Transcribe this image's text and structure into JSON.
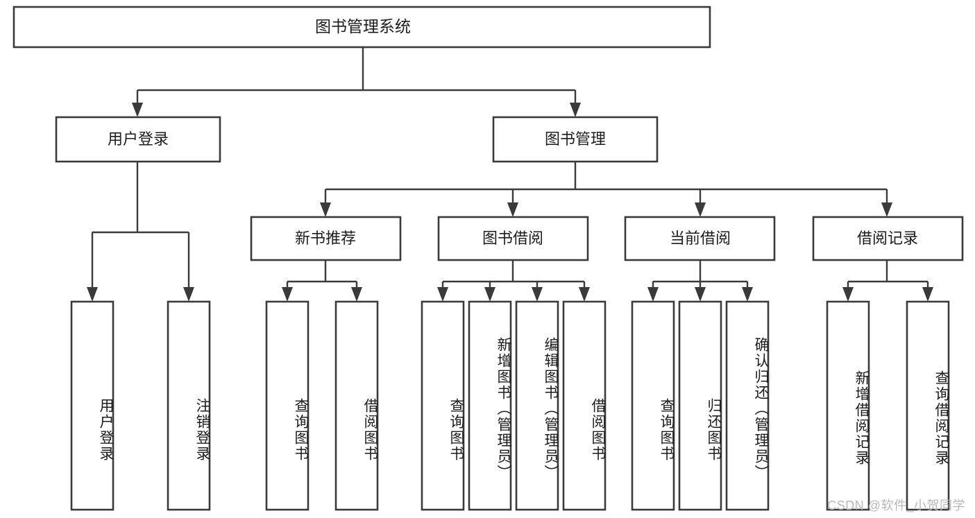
{
  "diagram": {
    "title": "图书管理系统",
    "root": {
      "label": "图书管理系统"
    },
    "level1": [
      {
        "label": "用户登录"
      },
      {
        "label": "图书管理"
      }
    ],
    "level2": [
      {
        "label": "新书推荐"
      },
      {
        "label": "图书借阅"
      },
      {
        "label": "当前借阅"
      },
      {
        "label": "借阅记录"
      }
    ],
    "leaves": {
      "user_login": [
        {
          "label": "用户登录"
        },
        {
          "label": "注销登录"
        }
      ],
      "new_book_recommend": [
        {
          "label": "查询图书"
        },
        {
          "label": "借阅图书"
        }
      ],
      "book_borrow": [
        {
          "label": "查询图书"
        },
        {
          "label": "新增图书（管理员）"
        },
        {
          "label": "编辑图书（管理员）"
        },
        {
          "label": "借阅图书"
        }
      ],
      "current_borrow": [
        {
          "label": "查询图书"
        },
        {
          "label": "归还图书"
        },
        {
          "label": "确认归还（管理员）"
        }
      ],
      "borrow_record": [
        {
          "label": "新增借阅记录"
        },
        {
          "label": "查询借阅记录"
        }
      ]
    }
  },
  "watermark": {
    "text": "CSDN @软件_小贺同学"
  },
  "colors": {
    "stroke": "#3a3a3a",
    "box_fill": "#ffffff",
    "text": "#1c1c1c",
    "watermark": "#b9b9b9",
    "background": "#ffffff"
  }
}
